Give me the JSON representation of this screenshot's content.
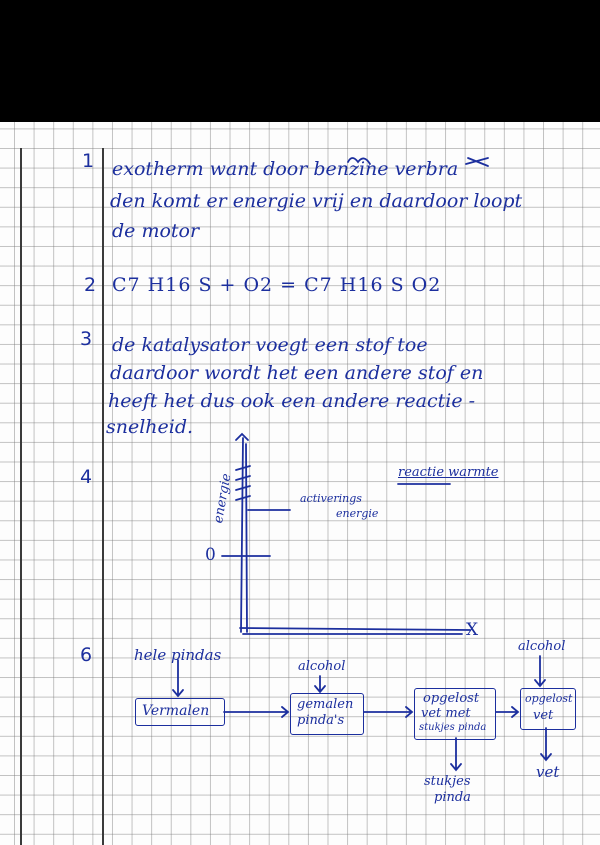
{
  "answers": {
    "q1": {
      "number": "1",
      "lines": [
        "exotherm want door benzine verbra",
        "den komt er energie vrij en daardoor loopt",
        "de motor"
      ]
    },
    "q2": {
      "number": "2",
      "equation": "C7 H16 S + O2 = C7 H16 S O2"
    },
    "q3": {
      "number": "3",
      "lines": [
        "de katalysator voegt een stof toe",
        "daardoor wordt het een andere stof en",
        "heeft het dus ook een andere reactie -",
        "snelheid."
      ]
    },
    "q4": {
      "number": "4",
      "ylabel": "energie",
      "zero_label": "0",
      "activation_label_1": "activerings",
      "activation_label_2": "energie",
      "reaction_heat": "reactie warmte",
      "x_mark": "X"
    },
    "q6": {
      "number": "6",
      "input_label": "hele pindas",
      "alcohol_label": "alcohol",
      "alcohol_label_2": "alcohol",
      "boxes": [
        {
          "id": "vermalen",
          "text": "Vermalen"
        },
        {
          "id": "gemalen",
          "line1": "gemalen",
          "line2": "pinda's"
        },
        {
          "id": "opgelost1",
          "line1": "opgelost",
          "line2": "vet met",
          "line3": "stukjes pinda"
        },
        {
          "id": "opgelost2",
          "line1": "opgelost",
          "line2": "vet"
        }
      ],
      "out_stukjes_1": "stukjes",
      "out_stukjes_2": "pinda",
      "out_vet": "vet"
    }
  },
  "colors": {
    "ink": "#1c2f9e",
    "grid": "#8a8a8a",
    "margin": "#3a3a3a"
  }
}
